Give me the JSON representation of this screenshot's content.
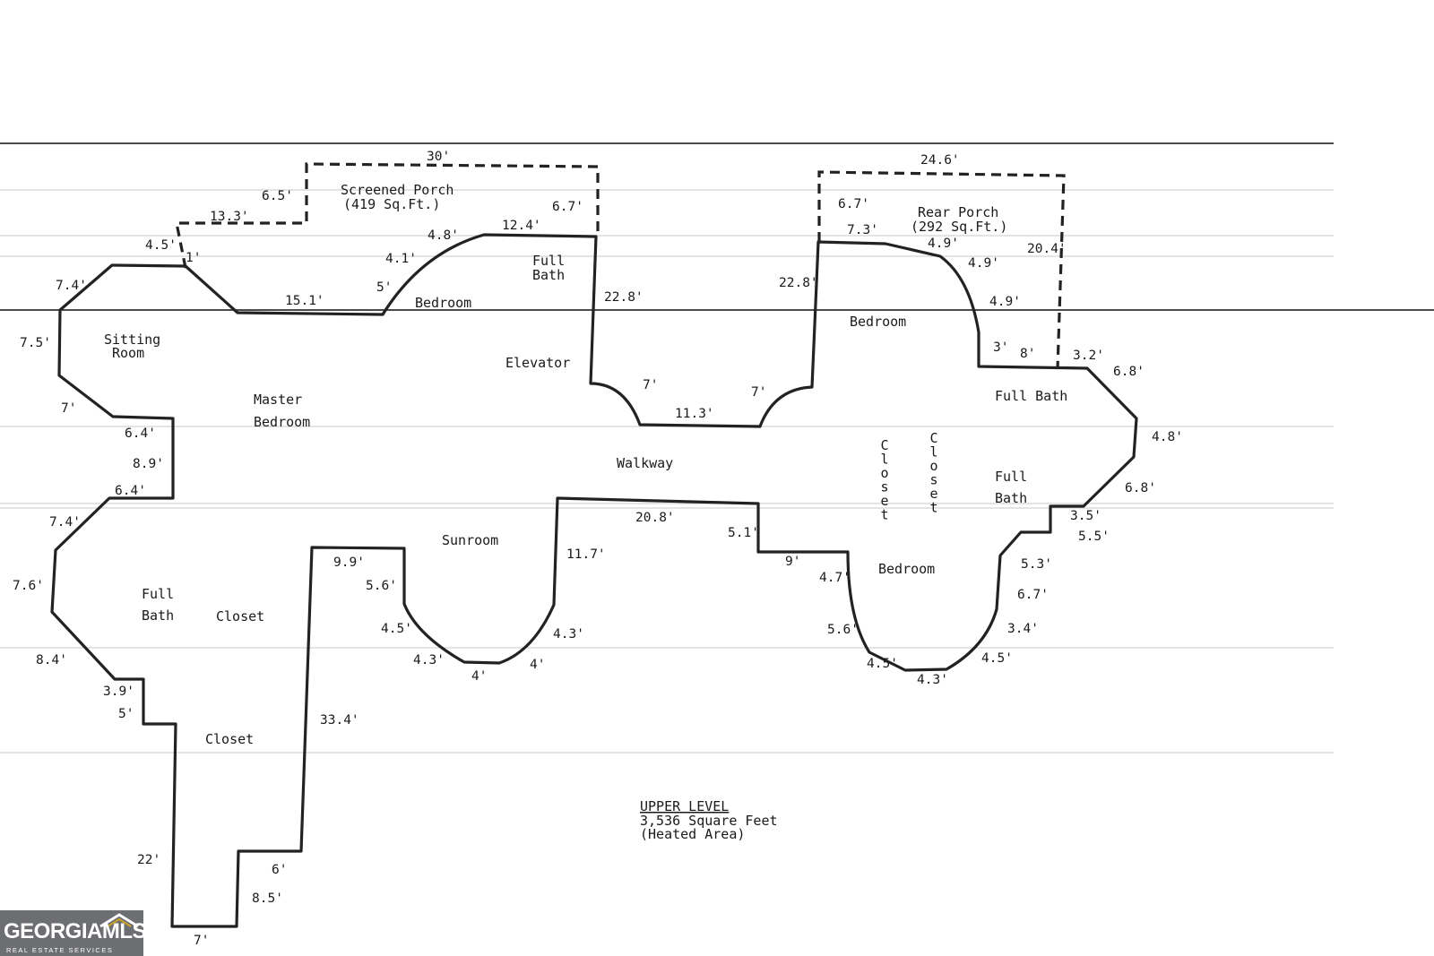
{
  "plan": {
    "rooms": {
      "screened_porch": "Screened Porch",
      "screened_porch_area": "(419 Sq.Ft.)",
      "rear_porch": "Rear Porch",
      "rear_porch_area": "(292 Sq.Ft.)",
      "sitting_room_1": "Sitting",
      "sitting_room_2": "Room",
      "master_bedroom_1": "Master",
      "master_bedroom_2": "Bedroom",
      "bedroom_top": "Bedroom",
      "full_bath_top_1": "Full",
      "full_bath_top_2": "Bath",
      "elevator": "Elevator",
      "bedroom_right": "Bedroom",
      "full_bath_right": "Full Bath",
      "walkway": "Walkway",
      "closet_vertical": "Closet",
      "full_bath_mid_1": "Full",
      "full_bath_mid_2": "Bath",
      "sunroom": "Sunroom",
      "full_bath_left_1": "Full",
      "full_bath_left_2": "Bath",
      "closet_left": "Closet",
      "bedroom_bottom": "Bedroom",
      "closet_bottom": "Closet"
    },
    "dims": {
      "d30": "30'",
      "d65": "6.5'",
      "d133": "13.3'",
      "d45a": "4.5'",
      "d1": "1'",
      "d67a": "6.7'",
      "d48a": "4.8'",
      "d124": "12.4'",
      "d41": "4.1'",
      "d5a": "5'",
      "d151": "15.1'",
      "d74a": "7.4'",
      "d75": "7.5'",
      "d7a": "7'",
      "d64a": "6.4'",
      "d89": "8.9'",
      "d64b": "6.4'",
      "d74b": "7.4'",
      "d76": "7.6'",
      "d84": "8.4'",
      "d39": "3.9'",
      "d5b": "5'",
      "d22": "22'",
      "d7b": "7'",
      "d85": "8.5'",
      "d6": "6'",
      "d334": "33.4'",
      "d99": "9.9'",
      "d56a": "5.6'",
      "d45b": "4.5'",
      "d43a": "4.3'",
      "d4a": "4'",
      "d4b": "4'",
      "d43b": "4.3'",
      "d117": "11.7'",
      "d208": "20.8'",
      "d228a": "22.8'",
      "d7c": "7'",
      "d113": "11.3'",
      "d7d": "7'",
      "d228b": "22.8'",
      "d246": "24.6'",
      "d67b": "6.7'",
      "d73": "7.3'",
      "d49a": "4.9'",
      "d49b": "4.9'",
      "d49c": "4.9'",
      "d204": "20.4'",
      "d3": "3'",
      "d8": "8'",
      "d32": "3.2'",
      "d68a": "6.8'",
      "d48b": "4.8'",
      "d68b": "6.8'",
      "d35": "3.5'",
      "d55": "5.5'",
      "d53": "5.3'",
      "d67c": "6.7'",
      "d34": "3.4'",
      "d45c": "4.5'",
      "d43c": "4.3'",
      "d45d": "4.5'",
      "d56b": "5.6'",
      "d47": "4.7'",
      "d9": "9'",
      "d51": "5.1'"
    },
    "caption": {
      "line1": "UPPER LEVEL",
      "line2": "3,536 Square Feet",
      "line3": "(Heated Area)"
    }
  },
  "logo": {
    "brand": "GEORGIAMLS",
    "tagline": "REAL ESTATE SERVICES",
    "color": "#6d6e71"
  }
}
